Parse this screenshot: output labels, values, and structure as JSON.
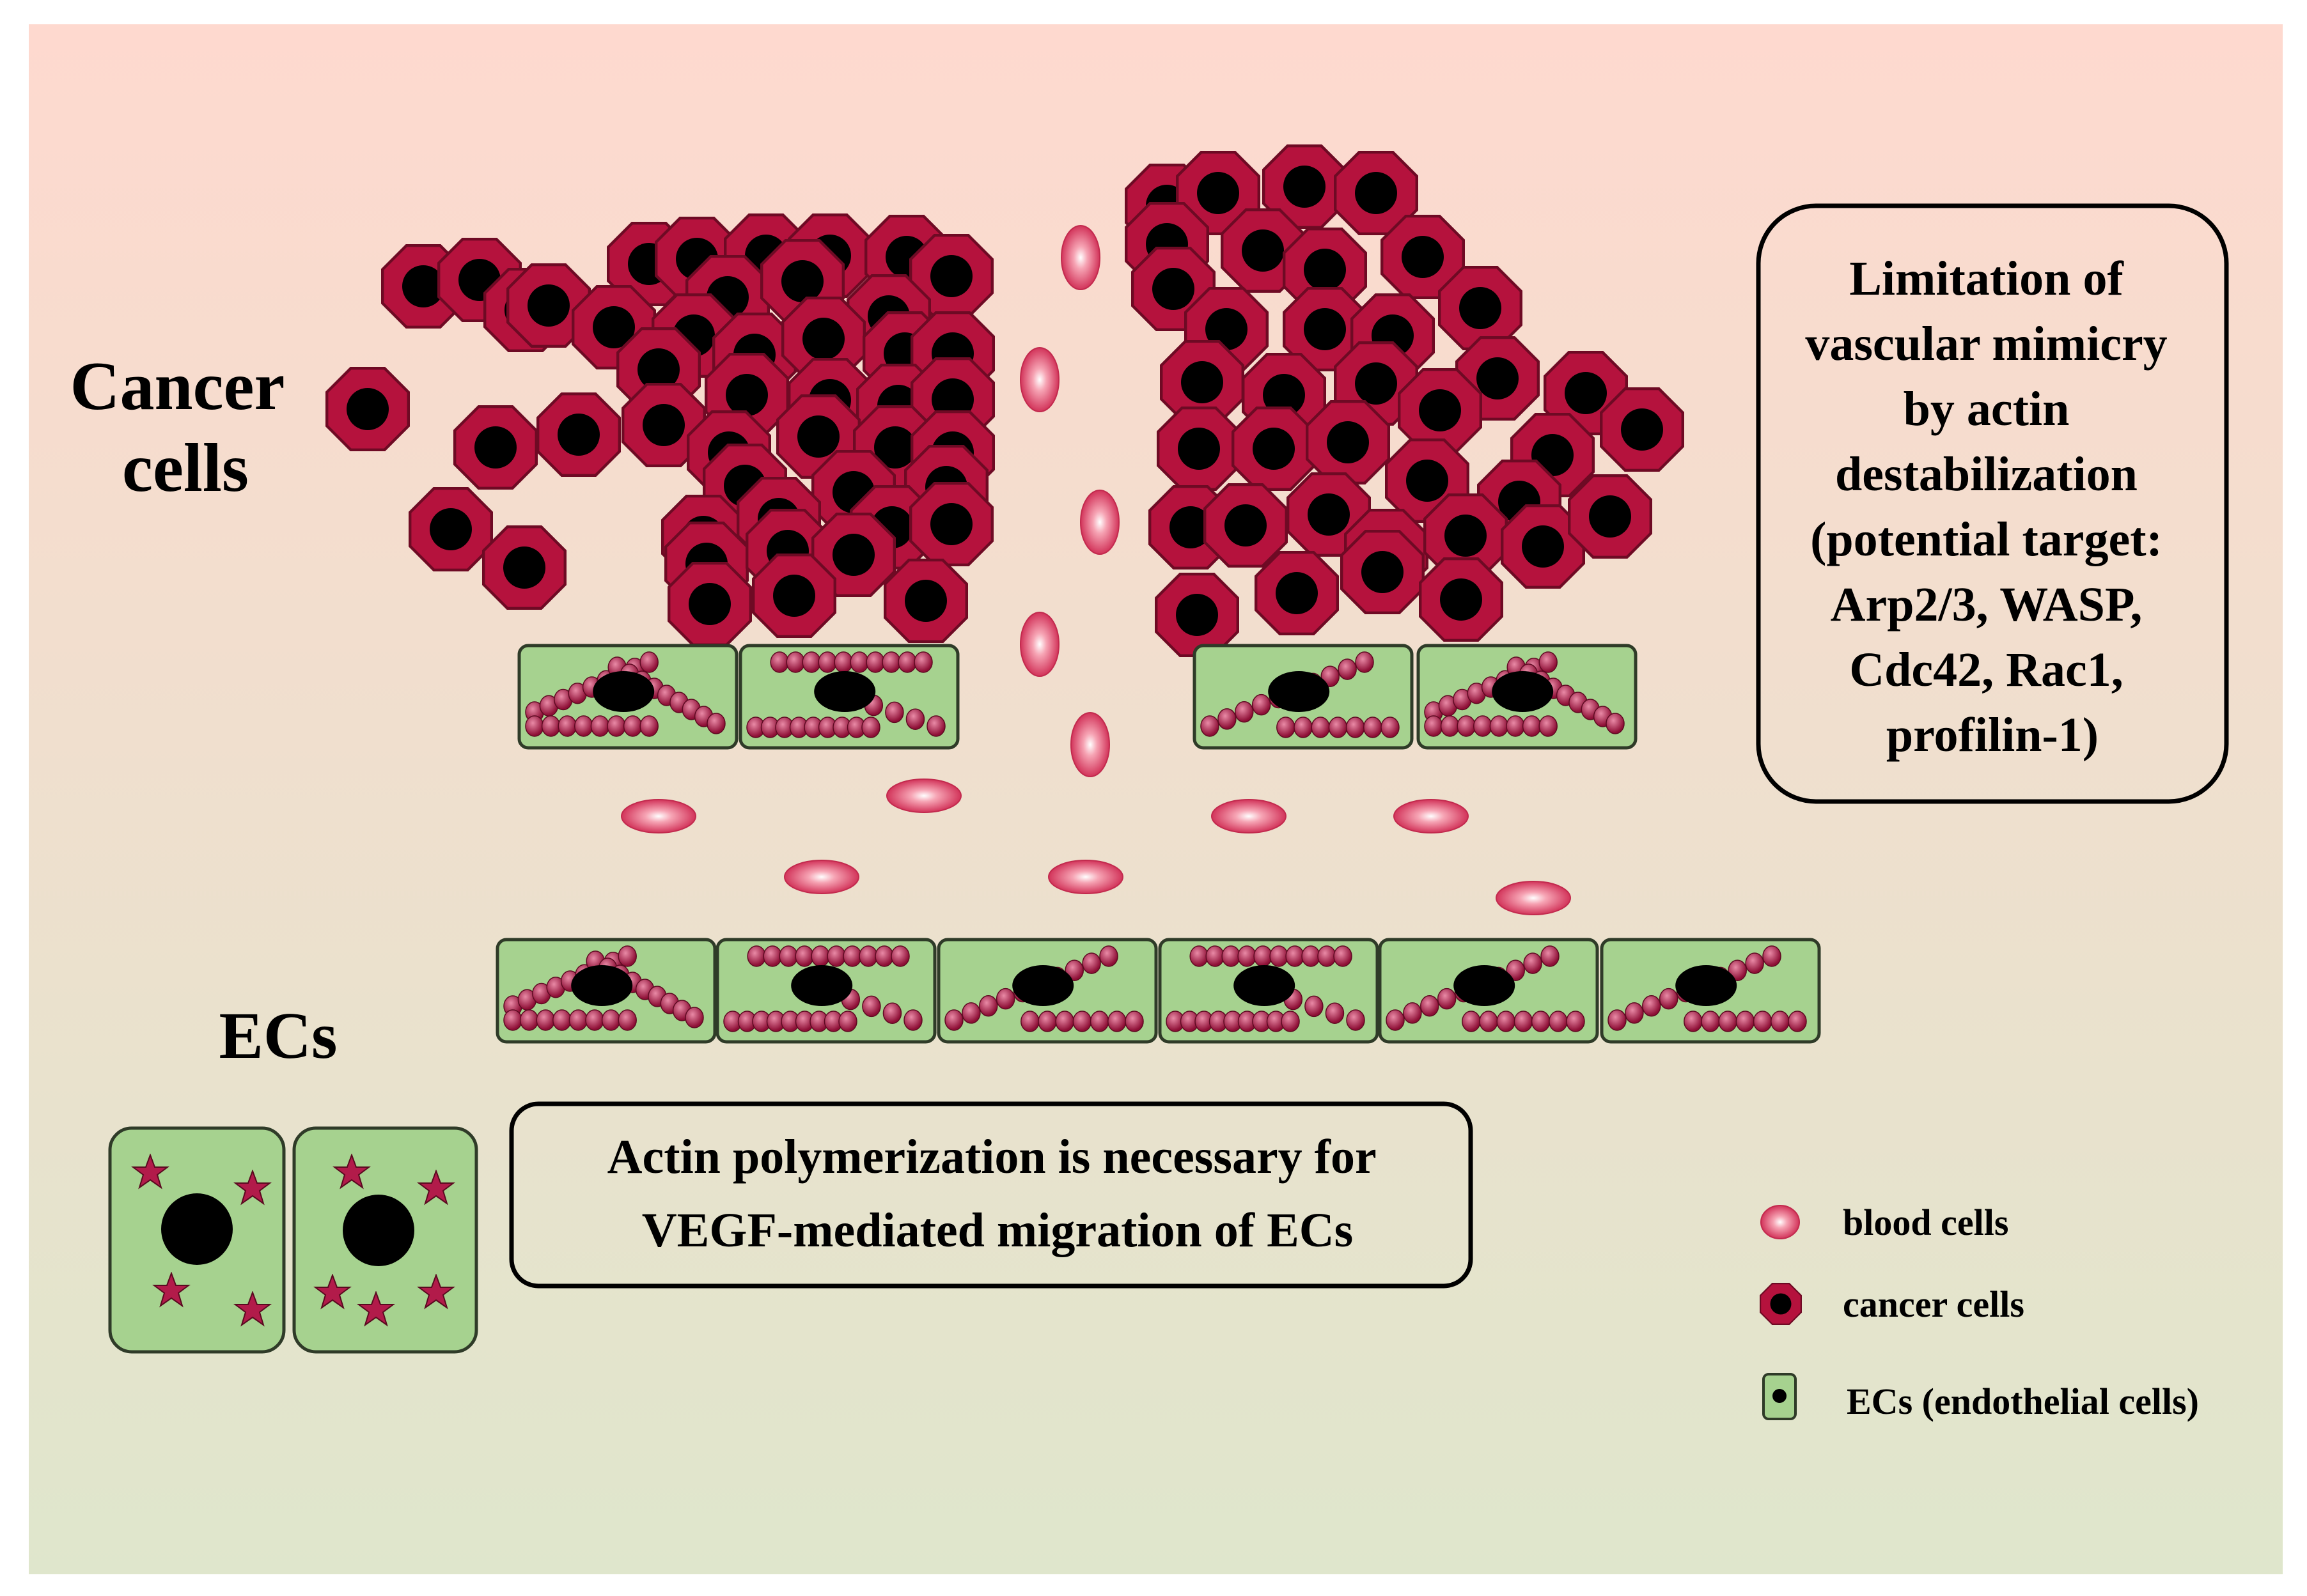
{
  "labels": {
    "cancer_line1": "Cancer",
    "cancer_line2": "cells",
    "ecs": "ECs"
  },
  "right_box": {
    "lines": [
      "Limitation of",
      "vascular mimicry",
      "by actin",
      "destabilization",
      "(potential target:",
      "Arp2/3, WASP,",
      "Cdc42, Rac1,",
      "profilin-1)"
    ]
  },
  "center_box": {
    "lines": [
      "Actin polymerization is necessary for",
      "VEGF-mediated migration of ECs"
    ]
  },
  "legend": {
    "blood": "blood cells",
    "cancer": "cancer cells",
    "ec": "ECs (endothelial cells)"
  },
  "colors": {
    "cancer_cell": "#b5123d",
    "cancer_edge": "#6e0a24",
    "ec_fill": "#a6d28f",
    "ec_edge": "#2f3b28",
    "blood_cell": "#e0506a",
    "actin": "#b21b4a",
    "background_top": "#fed9cf",
    "background_bottom": "#dfe6cc"
  }
}
